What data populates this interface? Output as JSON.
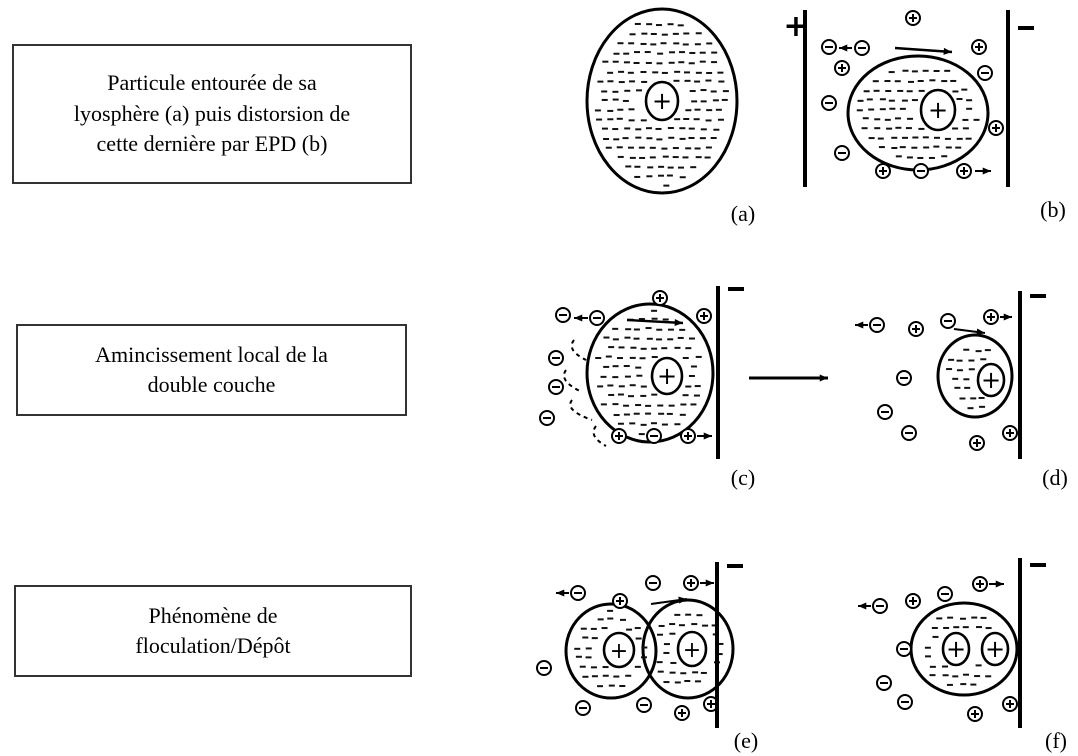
{
  "boxes": [
    {
      "lines": [
        "Particule  entourée de sa",
        "lyosphère (a) puis distorsion de",
        "cette dernière   par EPD (b)"
      ]
    },
    {
      "lines": [
        "Amincissement local de la",
        "double couche"
      ]
    },
    {
      "lines": [
        "Phénomène de",
        "floculation/Dépôt"
      ]
    }
  ],
  "panel_labels": [
    "(a)",
    "(b)",
    "(c)",
    "(d)",
    "(e)",
    "(f)"
  ],
  "electrode_signs": {
    "positive": "+",
    "negative": "−"
  },
  "ion_signs": {
    "cation": "+",
    "anion": "−"
  }
}
